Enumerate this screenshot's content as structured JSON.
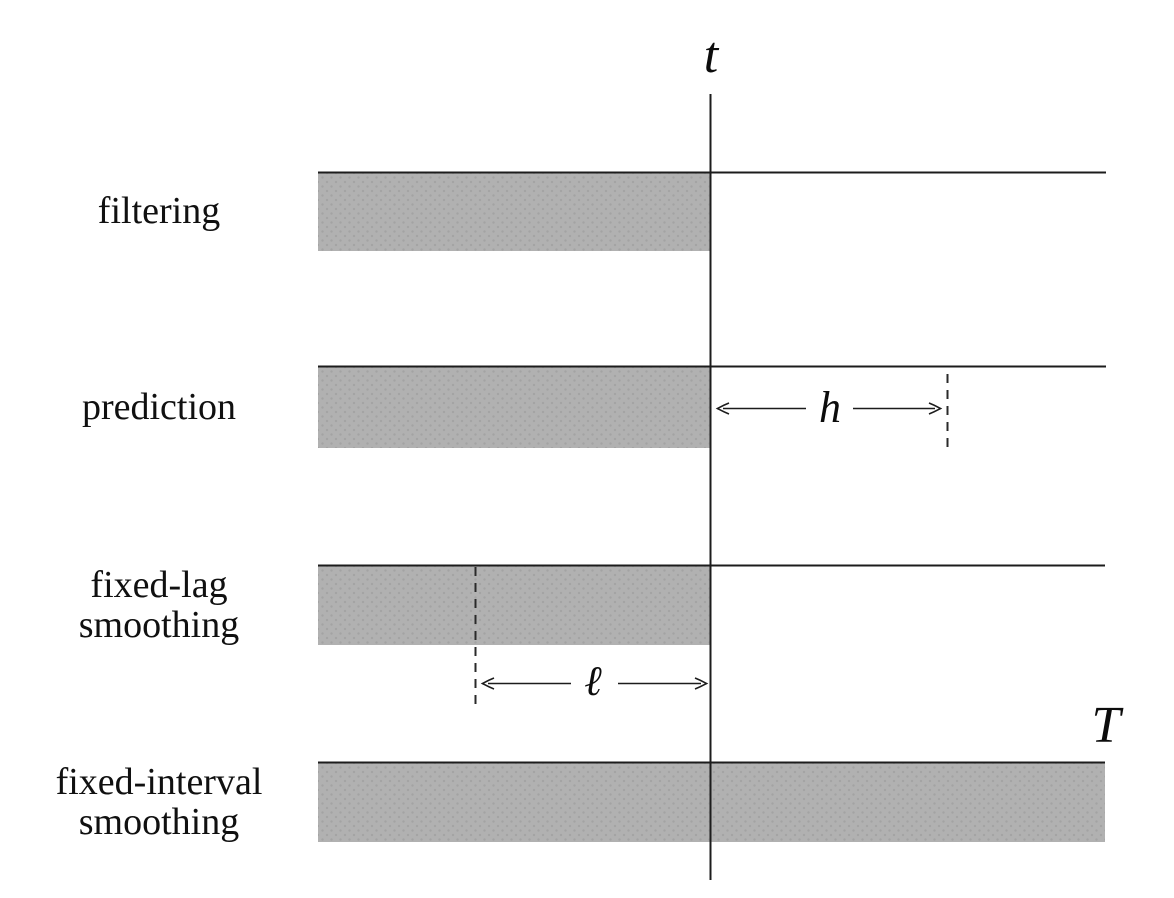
{
  "diagram": {
    "time_axis_label": "t",
    "end_time_label": "T",
    "prediction_horizon_label": "h",
    "lag_label": "ℓ",
    "rows": [
      {
        "label": "filtering"
      },
      {
        "label": "prediction"
      },
      {
        "label": "fixed-lag\nsmoothing"
      },
      {
        "label": "fixed-interval\nsmoothing"
      }
    ],
    "colors": {
      "bar_fill": "#b1b1b1",
      "bar_dot": "#a3a3a3",
      "line": "#1c1c1c"
    }
  }
}
